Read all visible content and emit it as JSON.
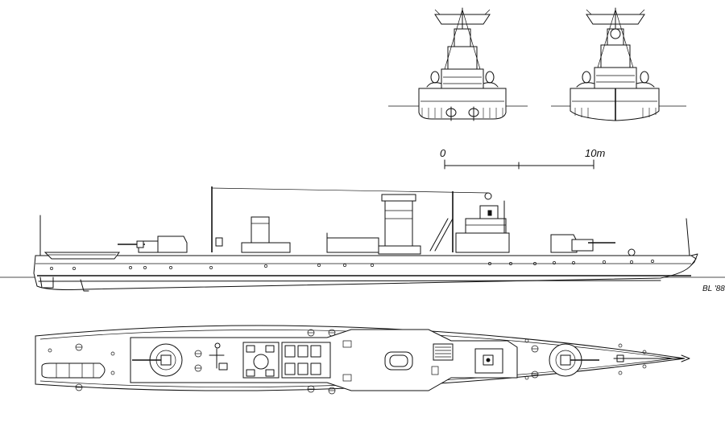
{
  "scale_bar": {
    "start_label": "0",
    "end_label": "10m"
  },
  "signature": {
    "text": "BL '88"
  },
  "views": {
    "stern_view": "stern-view",
    "bow_view": "bow-view",
    "profile_view": "side-profile",
    "plan_view": "deck-plan"
  }
}
